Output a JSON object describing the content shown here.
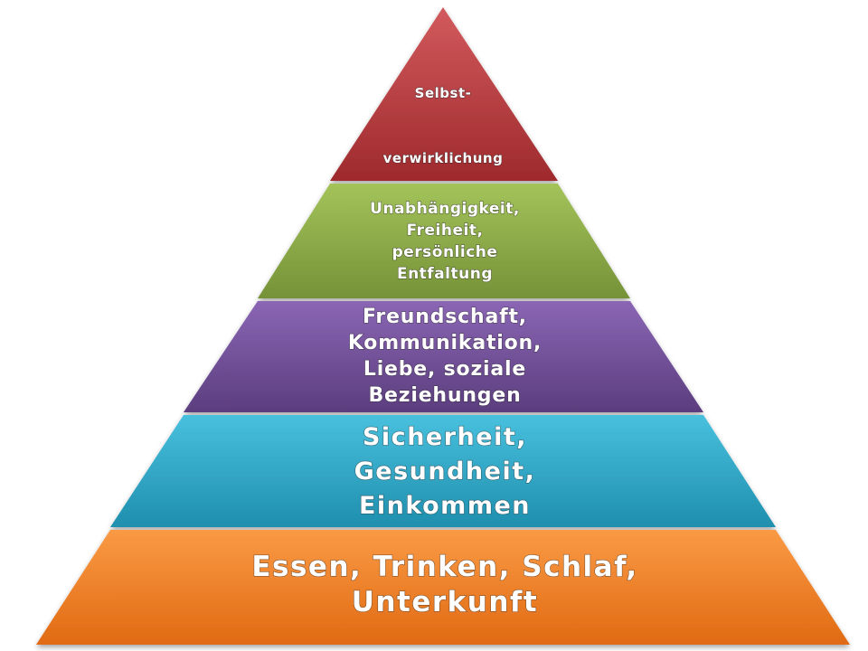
{
  "pyramid": {
    "levels": [
      {
        "name": "level-self-actualization",
        "lines": [
          "Selbst-",
          "verwirklichung"
        ],
        "color": "#b8373a"
      },
      {
        "name": "level-esteem",
        "lines": [
          "Unabhängigkeit,",
          "Freiheit,",
          "persönliche",
          "Entfaltung"
        ],
        "color": "#8cac45"
      },
      {
        "name": "level-social",
        "lines": [
          "Freundschaft,",
          "Kommunikation,",
          "Liebe, soziale",
          "Beziehungen"
        ],
        "color": "#6e4c94"
      },
      {
        "name": "level-safety",
        "lines": [
          "Sicherheit,",
          "Gesundheit,",
          "Einkommen"
        ],
        "color": "#2aa8c8"
      },
      {
        "name": "level-physiological",
        "lines": [
          "Essen, Trinken, Schlaf,",
          "Unterkunft"
        ],
        "color": "#ee7a22"
      }
    ]
  }
}
